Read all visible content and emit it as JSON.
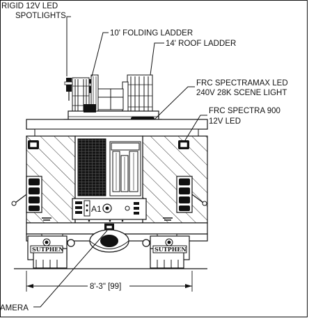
{
  "labels": {
    "spotlights_l1": "RIGID 12V LED",
    "spotlights_l2": "SPOTLIGHTS",
    "folding_ladder": "10' FOLDING LADDER",
    "roof_ladder": "14' ROOF LADDER",
    "scene_light_l1": "FRC SPECTRAMAX LED",
    "scene_light_l2": "240V 28K SCENE LIGHT",
    "spectra_l1": "FRC SPECTRA 900",
    "spectra_l2": "12V LED",
    "panel_id": "A1",
    "dimension": "8'-3\" [99]",
    "camera": "AMERA"
  },
  "badges": [
    "SUTPHEN",
    "SUTPHEN"
  ]
}
